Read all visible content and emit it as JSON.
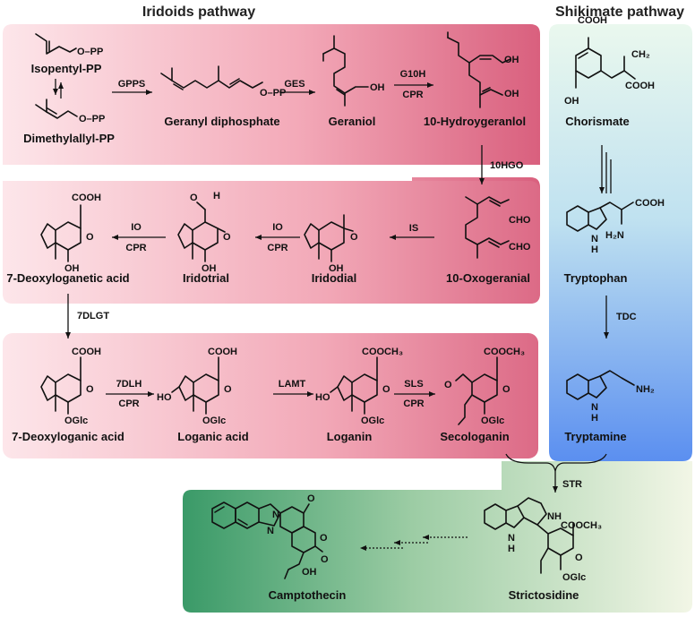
{
  "titles": {
    "iridoids": "Iridoids pathway",
    "shikimate": "Shikimate pathway"
  },
  "compounds": {
    "isopentyl": "Isopentyl-PP",
    "dimethylallyl": "Dimethylallyl-PP",
    "geranyl_dp": "Geranyl diphosphate",
    "geraniol": "Geraniol",
    "hydroxygeraniol": "10-Hydroygeranlol",
    "oxogeranial": "10-Oxogeranial",
    "iridodial": "Iridodial",
    "iridotrial": "Iridotrial",
    "deoxyloganetic": "7-Deoxyloganetic acid",
    "deoxyloganic": "7-Deoxyloganic acid",
    "loganic": "Loganic acid",
    "loganin": "Loganin",
    "secologanin": "Secologanin",
    "chorismate": "Chorismate",
    "tryptophan": "Tryptophan",
    "tryptamine": "Tryptamine",
    "strictosidine": "Strictosidine",
    "camptothecin": "Camptothecin"
  },
  "enzymes": {
    "gpps": "GPPS",
    "ges": "GES",
    "g10h": "G10H",
    "cpr": "CPR",
    "hgo": "10HGO",
    "is": "IS",
    "io": "IO",
    "dlgt": "7DLGT",
    "dlh": "7DLH",
    "lamt": "LAMT",
    "sls": "SLS",
    "tdc": "TDC",
    "str": "STR"
  },
  "groups": {
    "opp": "O–PP",
    "oh": "OH",
    "cooh": "COOH",
    "cooch3": "COOCH₃",
    "cho": "CHO",
    "oglc": "OGlc",
    "ho": "HO",
    "h": "H",
    "o": "O",
    "nh2": "NH₂",
    "h2n": "H₂N",
    "nh": "NH",
    "n": "N",
    "ch2": "CH₂"
  },
  "colors": {
    "iridoid_light": "#fbe3e8",
    "iridoid_dark": "#d9607e",
    "shikimate_top": "#eaf7ee",
    "shikimate_bottom": "#5b93f0",
    "product_dark": "#3a9a68",
    "product_light": "#f2f6e6"
  }
}
